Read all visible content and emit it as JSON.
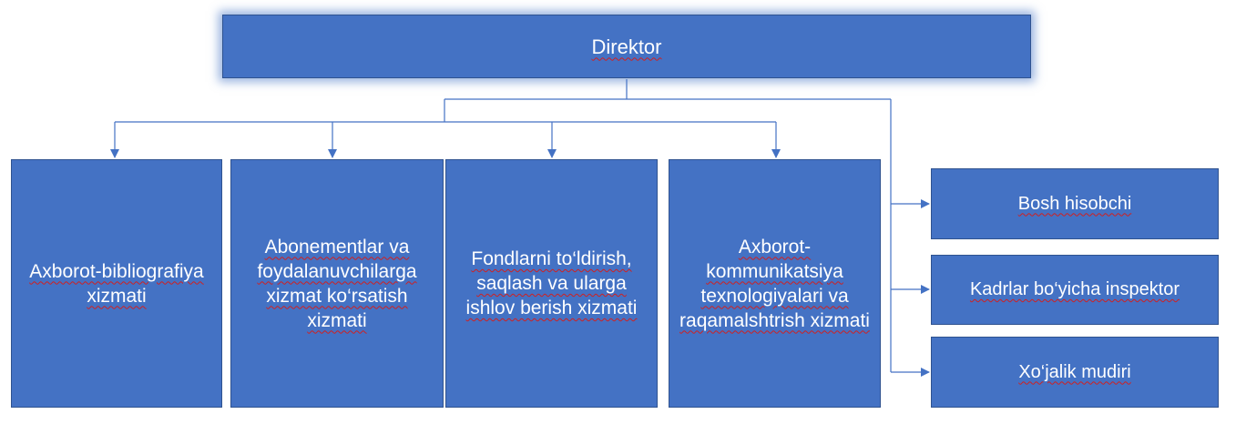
{
  "director": {
    "label": "Direktor"
  },
  "departments": [
    {
      "label": "Axborot-bibliografiya xizmati"
    },
    {
      "label": "Abonementlar va foydalanuvchilarga xizmat ko‘rsatish xizmati"
    },
    {
      "label": "Fondlarni to‘ldirish, saqlash va ularga ishlov berish xizmati"
    },
    {
      "label": "Axborot-kommunikatsiya texnologiyalari va raqamalshtrish xizmati"
    }
  ],
  "staff": [
    {
      "label": "Bosh hisobchi"
    },
    {
      "label": "Kadrlar bo‘yicha inspektor"
    },
    {
      "label": "Xo‘jalik mudiri"
    }
  ],
  "colors": {
    "box_fill": "#4472c4",
    "box_border": "#2f528f",
    "connector": "#4472c4",
    "text": "#ffffff"
  }
}
